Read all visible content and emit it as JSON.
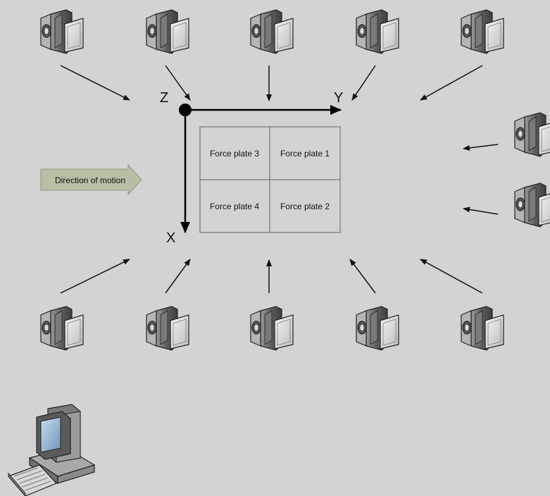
{
  "axes": {
    "z": "Z",
    "y": "Y",
    "x": "X"
  },
  "plates": {
    "p3": "Force plate 3",
    "p1": "Force plate 1",
    "p4": "Force plate 4",
    "p2": "Force plate 2"
  },
  "motion": {
    "label": "Direction of motion"
  },
  "colors": {
    "background": "#d3d3d3",
    "motion_arrow_fill": "#b7bfa4",
    "camera_body": "#6e6e6e"
  },
  "icons": {
    "camera": "video-camera-icon",
    "computer": "desktop-computer-icon"
  }
}
